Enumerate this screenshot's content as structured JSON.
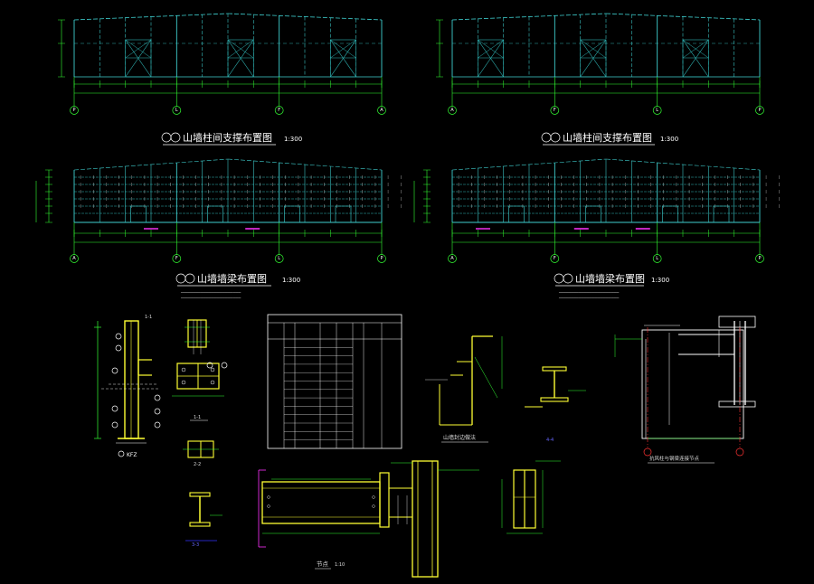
{
  "colors": {
    "background": "#000000",
    "frame": "#3fd0d0",
    "frame_alt": "#2fb5b5",
    "dim_line": "#33ff33",
    "axis_line": "#33ff33",
    "brace": "#2fb5b5",
    "steel": "#ffff33",
    "text": "#ffffff",
    "magenta": "#ff33ff",
    "red": "#ff3333"
  },
  "elevations": [
    {
      "id": "top-left",
      "title": "山墙柱间支撑布置图",
      "scale": "1:300",
      "grids": [
        "P",
        "L",
        "F",
        "A"
      ]
    },
    {
      "id": "top-right",
      "title": "山墙柱间支撑布置图",
      "scale": "1:300",
      "grids": [
        "A",
        "F",
        "L",
        "P"
      ]
    },
    {
      "id": "mid-left",
      "title": "山墙墙梁布置图",
      "scale": "1:300",
      "grids": [
        "A",
        "F",
        "L",
        "P"
      ]
    },
    {
      "id": "mid-right",
      "title": "山墙墙梁布置图",
      "scale": "1:300",
      "grids": [
        "A",
        "F",
        "L",
        "P"
      ]
    }
  ],
  "details": {
    "column_label": "KFZ",
    "detail_label_1": "1-1",
    "detail_label_2": "2-2",
    "detail_label_3": "3-3",
    "detail_label_4": "4-4",
    "section_a": "山墙封边做法",
    "beam_title": "节点",
    "beam_scale": "1:10",
    "right_title": "抗风柱与钢梁连接节点"
  }
}
